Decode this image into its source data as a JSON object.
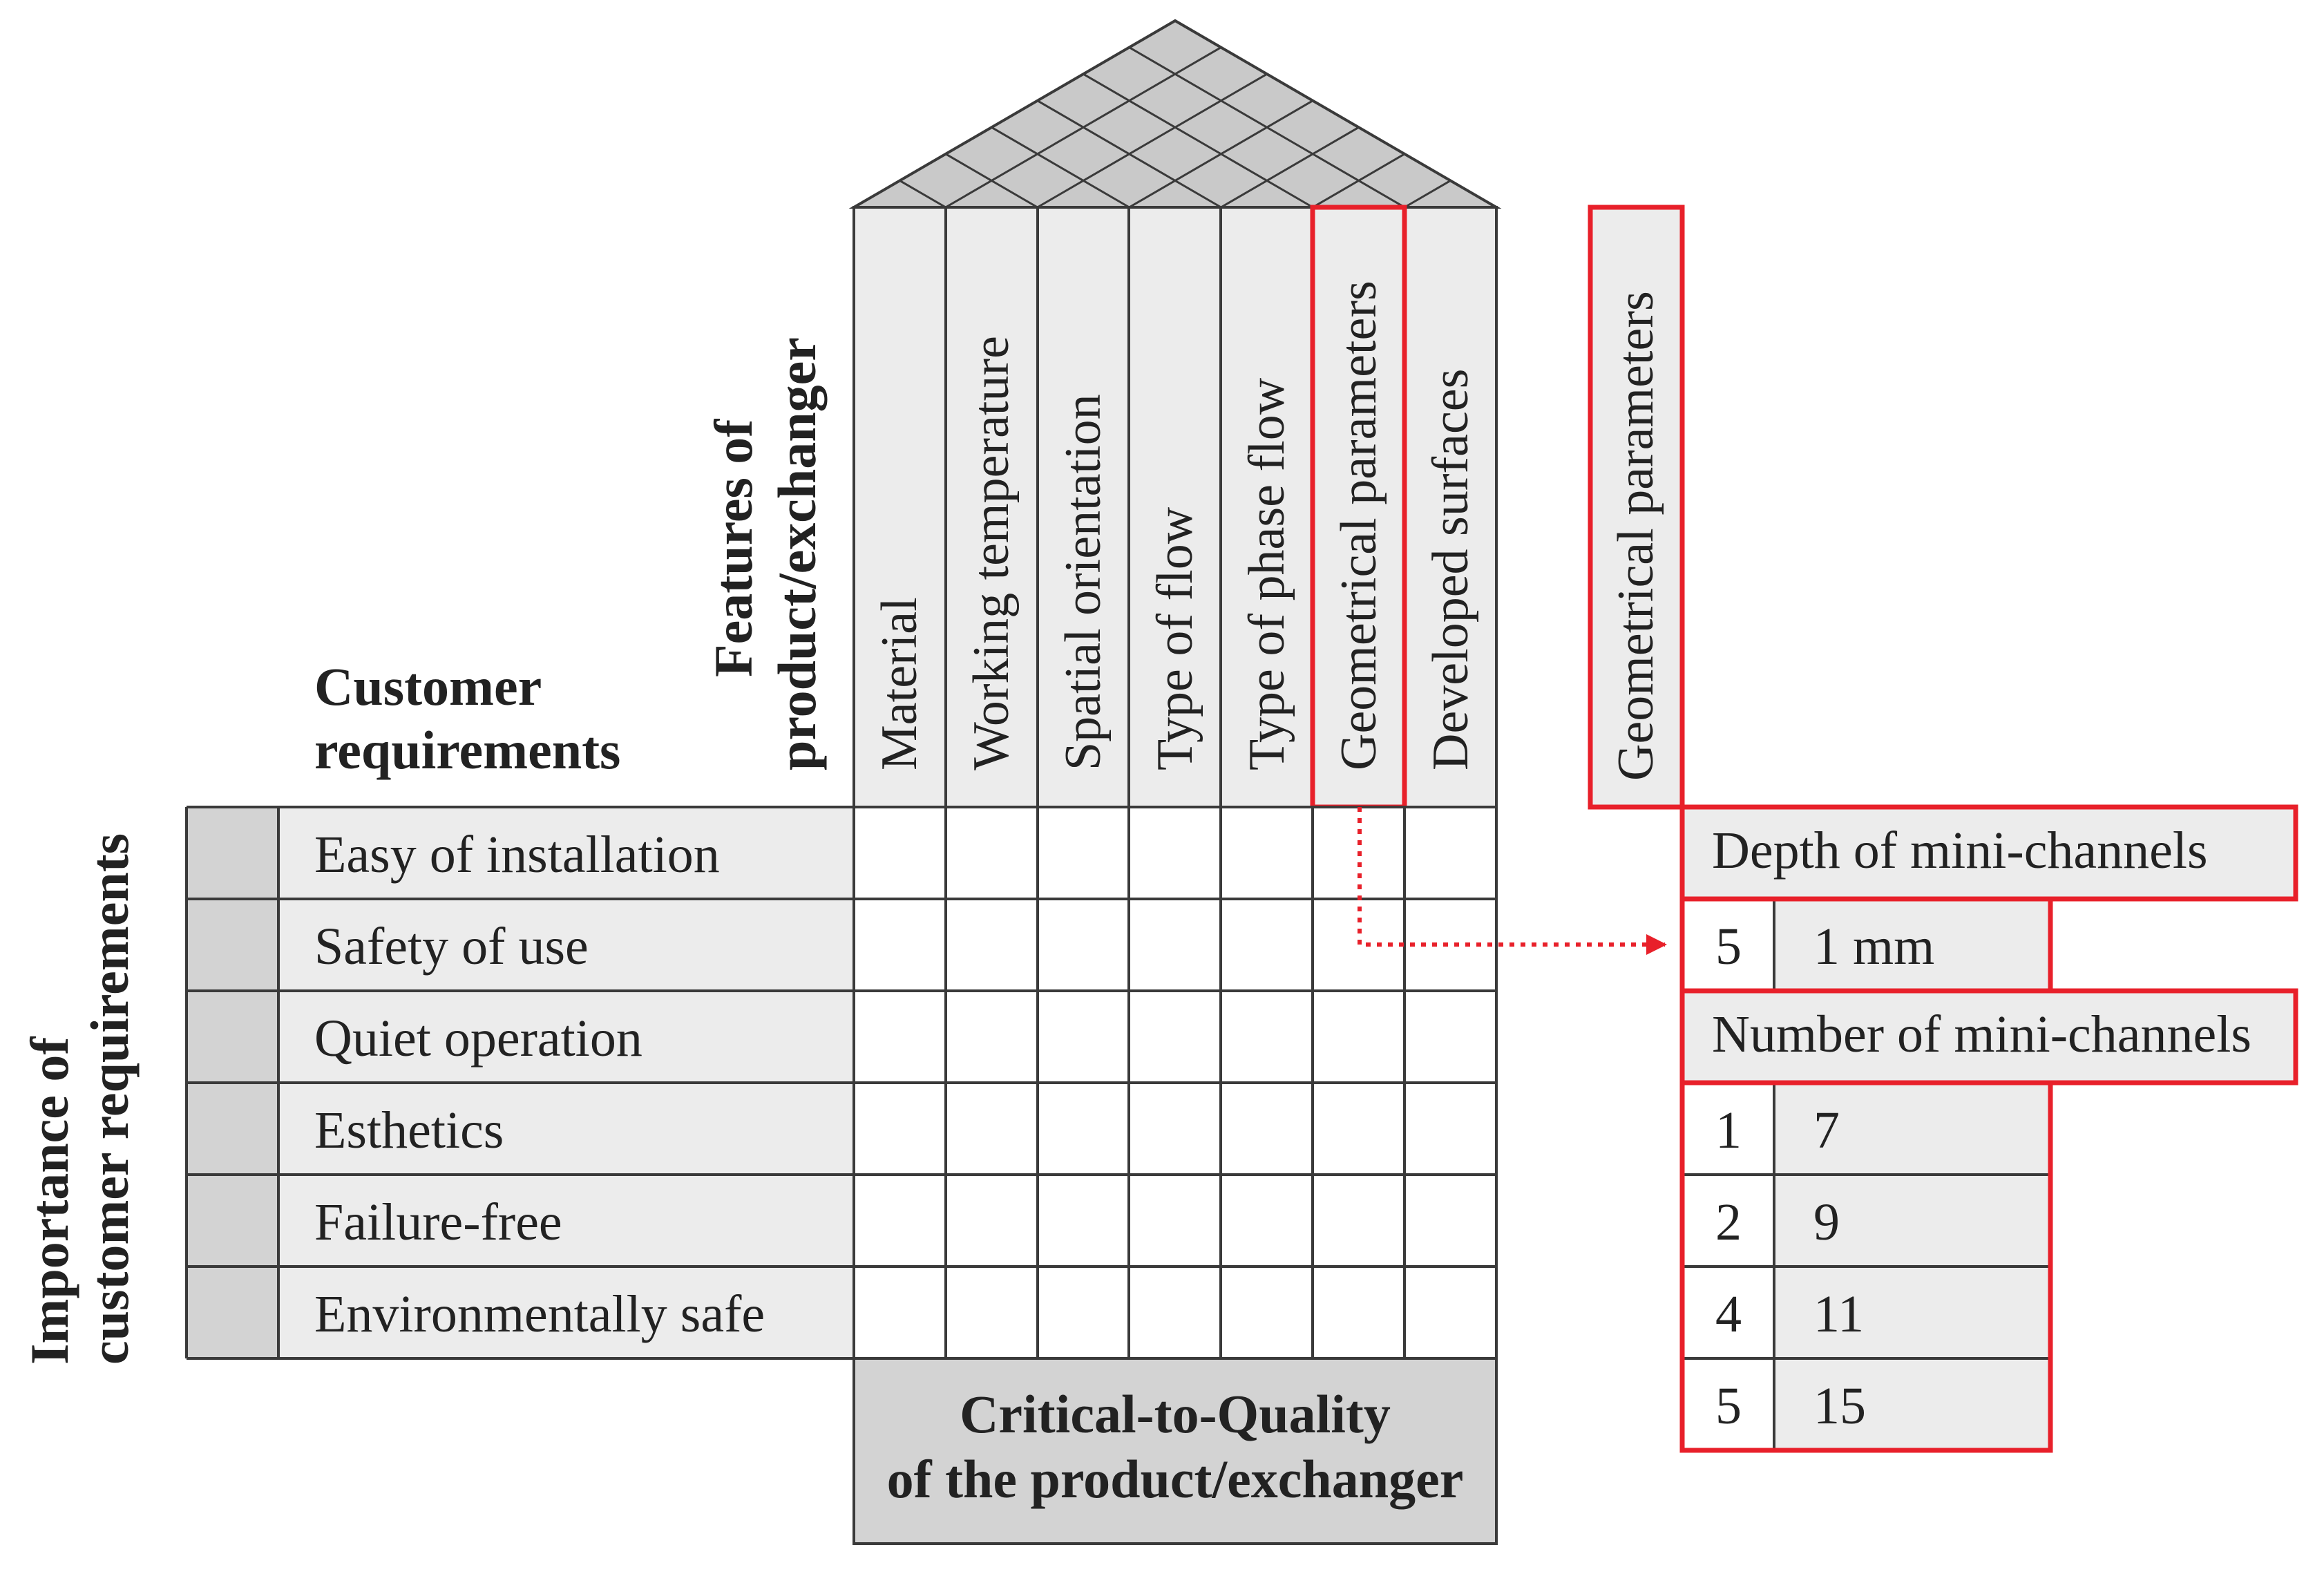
{
  "labels": {
    "features": [
      "Features of",
      "product/exchanger"
    ],
    "customer": [
      "Customer",
      "requirements"
    ],
    "importance": [
      "Importance of",
      "customer requirements"
    ],
    "ctq": [
      "Critical-to-Quality",
      "of the product/exchanger"
    ]
  },
  "columns": [
    "Material",
    "Working temperature",
    "Spatial orientation",
    "Type of flow",
    "Type of phase flow",
    "Geometrical parameters",
    "Developed surfaces"
  ],
  "requirements": [
    "Easy of installation",
    "Safety of use",
    "Quiet operation",
    "Esthetics",
    "Failure-free",
    "Environmentally safe"
  ],
  "detail": {
    "header": "Geometrical parameters",
    "depth_title": "Depth of mini-channels",
    "depth_rows": [
      {
        "score": "5",
        "value": "1 mm"
      }
    ],
    "number_title": "Number of mini-channels",
    "number_rows": [
      {
        "score": "1",
        "value": "7"
      },
      {
        "score": "2",
        "value": "9"
      },
      {
        "score": "4",
        "value": "11"
      },
      {
        "score": "5",
        "value": "15"
      }
    ]
  },
  "colors": {
    "highlight": "#e8202a",
    "fill_light": "#ececec",
    "fill_mid": "#d3d3d3",
    "fill_dark": "#c2c2c2",
    "line": "#3a3a3a"
  }
}
